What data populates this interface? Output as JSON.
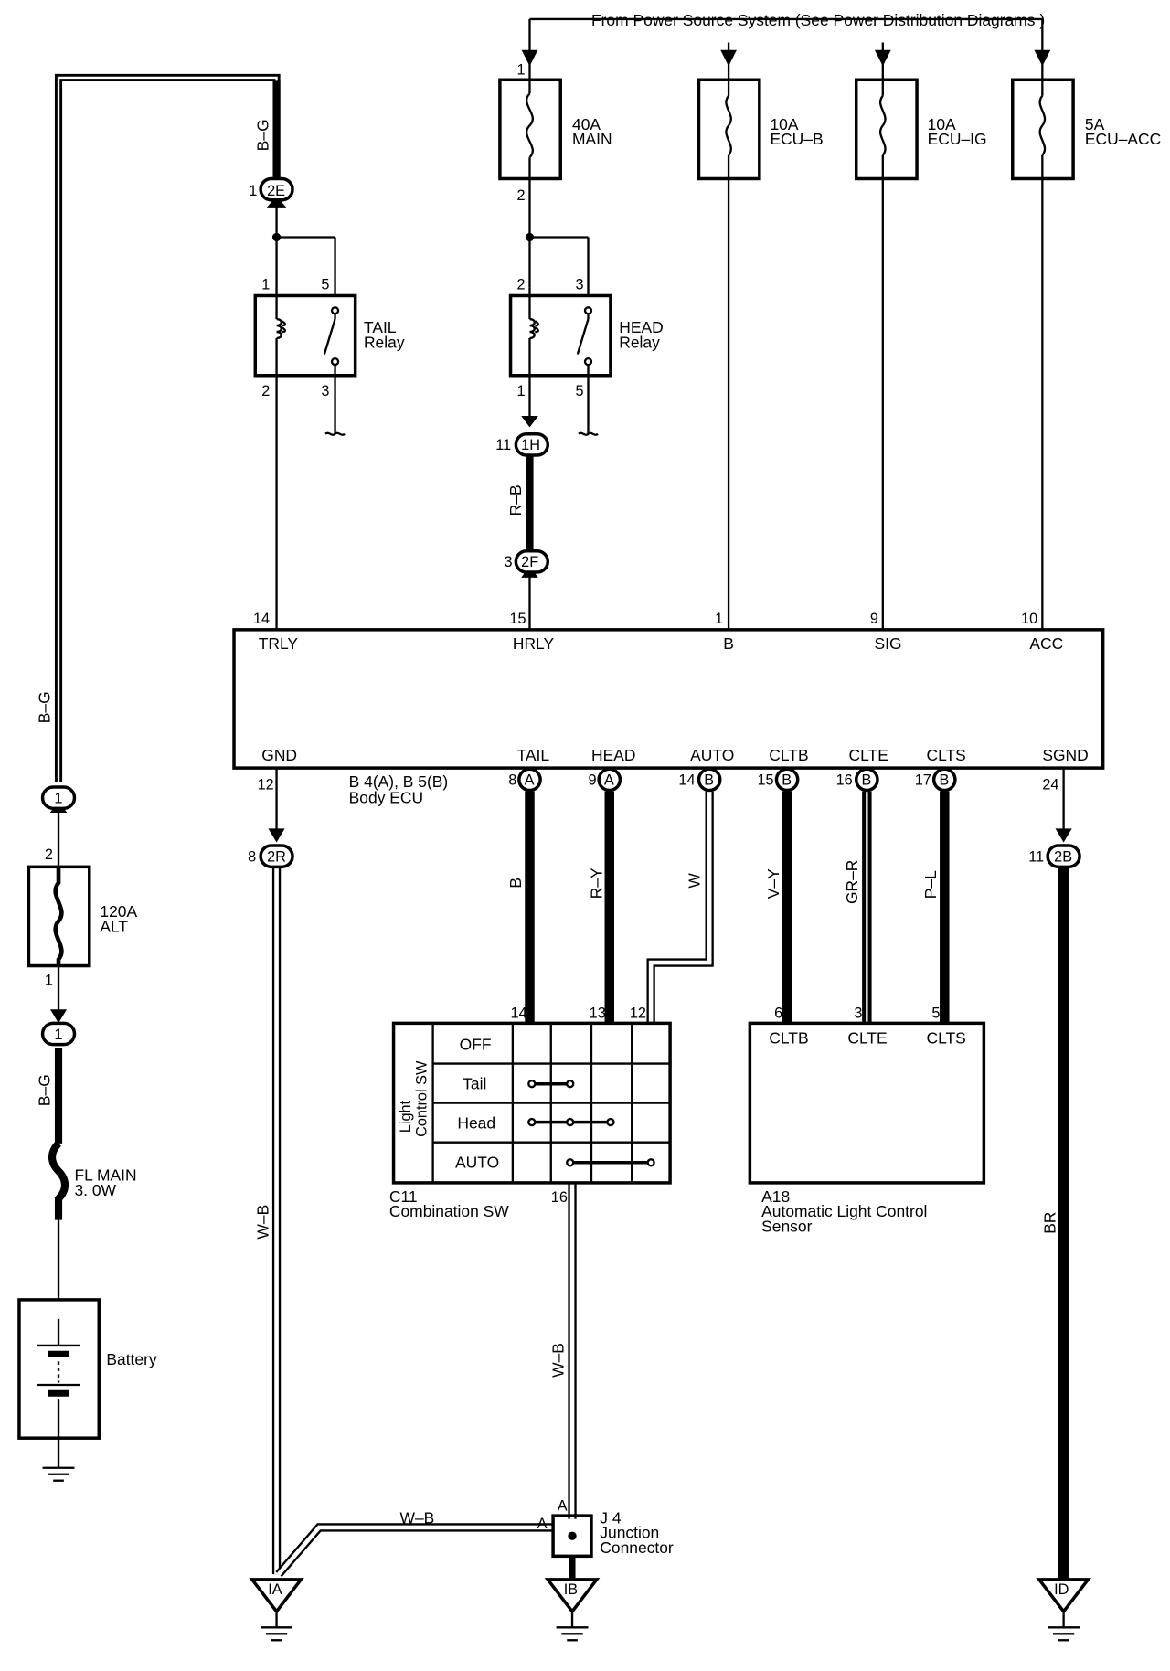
{
  "header": "From Power Source System (See Power Distribution Diagrams )",
  "fuses": {
    "main": {
      "amp": "40A",
      "name": "MAIN",
      "pin_top": "1",
      "pin_bottom": "2"
    },
    "ecu_b": {
      "amp": "10A",
      "name": "ECU–B"
    },
    "ecu_ig": {
      "amp": "10A",
      "name": "ECU–IG"
    },
    "ecu_acc": {
      "amp": "5A",
      "name": "ECU–ACC"
    },
    "alt": {
      "amp": "120A",
      "name": "ALT",
      "pin_top": "2",
      "pin_bottom": "1"
    },
    "fl_main": {
      "name": "FL MAIN",
      "rating": "3. 0W"
    }
  },
  "relays": {
    "tail": {
      "label1": "TAIL",
      "label2": "Relay",
      "pins": [
        "1",
        "5",
        "2",
        "3"
      ]
    },
    "head": {
      "label1": "HEAD",
      "label2": "Relay",
      "pins": [
        "2",
        "3",
        "1",
        "5"
      ]
    }
  },
  "connectors": {
    "c2e": {
      "id": "2E",
      "pin": "1"
    },
    "c1h": {
      "id": "1H",
      "pin": "11"
    },
    "c2f": {
      "id": "2F",
      "pin": "3"
    },
    "c2r": {
      "id": "2R",
      "pin": "8"
    },
    "c2b": {
      "id": "2B",
      "pin": "11"
    },
    "c1_upper": {
      "id": "1"
    },
    "c1_lower": {
      "id": "1"
    }
  },
  "wires": {
    "bg": "B–G",
    "rb": "R–B",
    "wb": "W–B",
    "b": "B",
    "ry": "R–Y",
    "w": "W",
    "vy": "V–Y",
    "grr": "GR–R",
    "pl": "P–L",
    "br": "BR"
  },
  "ecu": {
    "name_line1": "B 4(A), B 5(B)",
    "name_line2": "Body ECU",
    "top_terminals": [
      {
        "pin": "14",
        "name": "TRLY"
      },
      {
        "pin": "15",
        "name": "HRLY"
      },
      {
        "pin": "1",
        "name": "B"
      },
      {
        "pin": "9",
        "name": "SIG"
      },
      {
        "pin": "10",
        "name": "ACC"
      }
    ],
    "bottom_terminals": [
      {
        "pin": "12",
        "name": "GND",
        "conn": ""
      },
      {
        "pin": "8",
        "name": "TAIL",
        "conn": "A"
      },
      {
        "pin": "9",
        "name": "HEAD",
        "conn": "A"
      },
      {
        "pin": "14",
        "name": "AUTO",
        "conn": "B"
      },
      {
        "pin": "15",
        "name": "CLTB",
        "conn": "B"
      },
      {
        "pin": "16",
        "name": "CLTE",
        "conn": "B"
      },
      {
        "pin": "17",
        "name": "CLTS",
        "conn": "B"
      },
      {
        "pin": "24",
        "name": "SGND",
        "conn": ""
      }
    ]
  },
  "combination_switch": {
    "id": "C11",
    "name": "Combination SW",
    "side_label1": "Light",
    "side_label2": "Control SW",
    "positions": [
      "OFF",
      "Tail",
      "Head",
      "AUTO"
    ],
    "pins": [
      "14",
      "13",
      "12"
    ],
    "ground_pin": "16"
  },
  "sensor": {
    "id": "A18",
    "name1": "Automatic Light Control",
    "name2": "Sensor",
    "pins": [
      {
        "pin": "6",
        "name": "CLTB"
      },
      {
        "pin": "3",
        "name": "CLTE"
      },
      {
        "pin": "5",
        "name": "CLTS"
      }
    ]
  },
  "battery": {
    "label": "Battery"
  },
  "junction": {
    "id": "J 4",
    "name1": "Junction",
    "name2": "Connector",
    "pin_top": "A",
    "pin_left": "A"
  },
  "grounds": [
    "IA",
    "IB",
    "ID"
  ]
}
